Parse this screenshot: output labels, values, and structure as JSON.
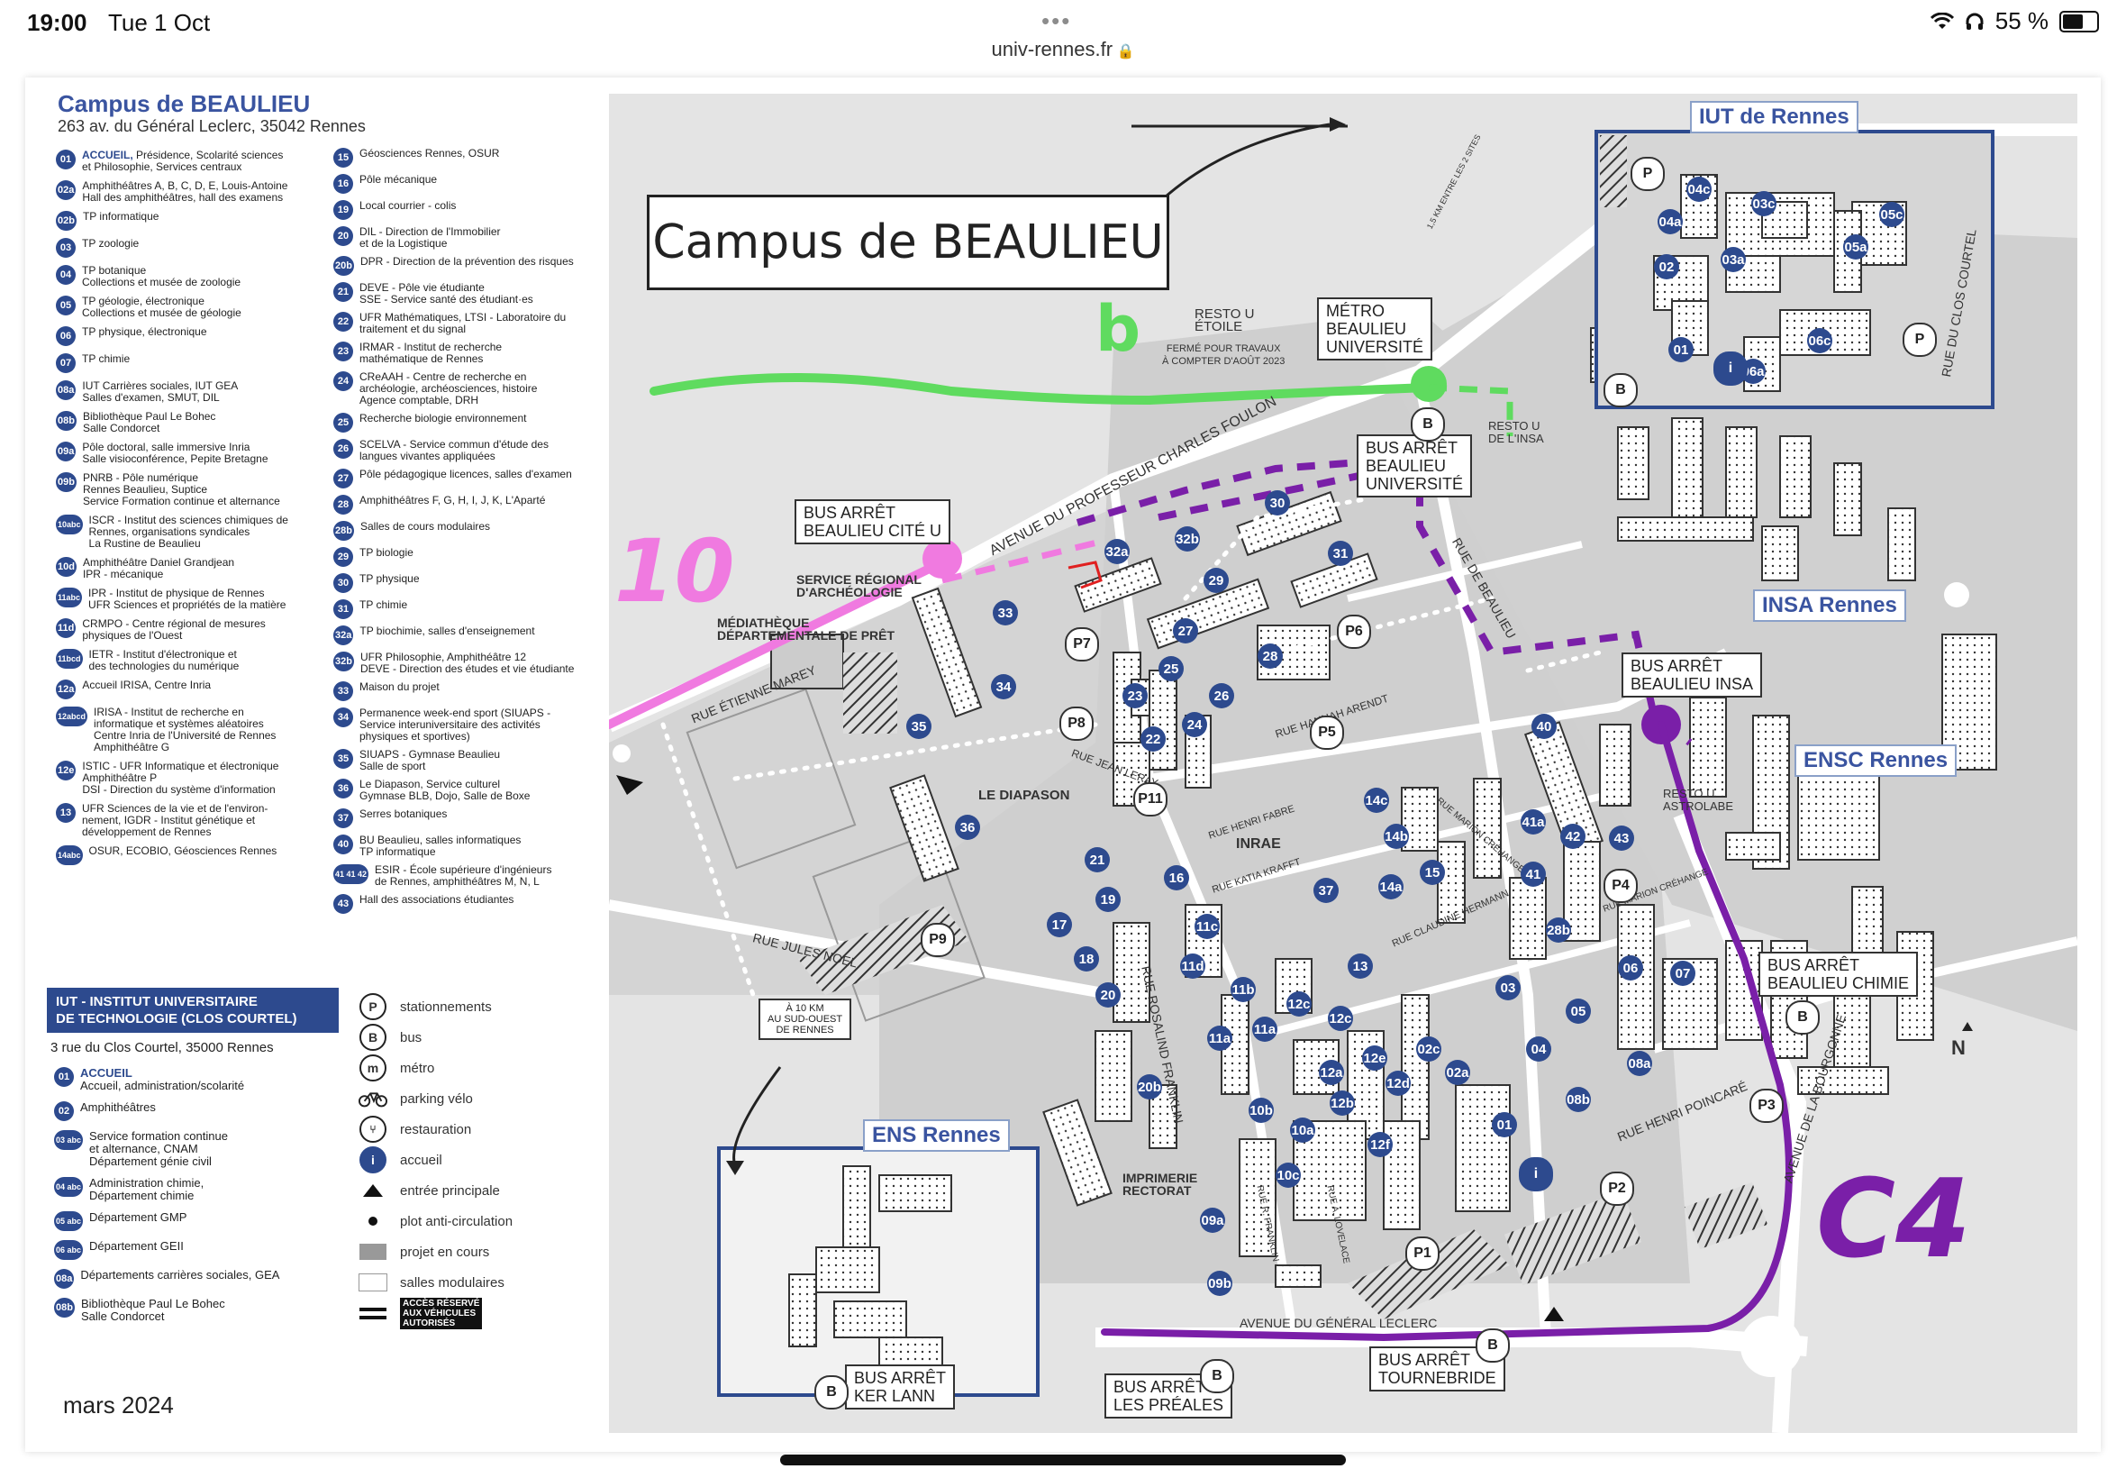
{
  "status": {
    "time": "19:00",
    "date": "Tue 1 Oct",
    "dots": "•••",
    "battery": "55 %"
  },
  "url": "univ-rennes.fr",
  "legend": {
    "title": "Campus de BEAULIEU",
    "address": "263 av. du Général Leclerc, 35042 Rennes",
    "col1": [
      {
        "n": "01",
        "t": "Présidence, Scolarité sciences\net Philosophie, Services centraux",
        "accent": "ACCUEIL, "
      },
      {
        "n": "02a",
        "t": "Amphithéâtres A, B, C, D, E, Louis-Antoine\nHall des amphithéâtres, hall des examens"
      },
      {
        "n": "02b",
        "t": "TP informatique"
      },
      {
        "n": "03",
        "t": "TP zoologie"
      },
      {
        "n": "04",
        "t": "TP botanique\nCollections et musée de zoologie"
      },
      {
        "n": "05",
        "t": "TP géologie, électronique\nCollections et musée de géologie"
      },
      {
        "n": "06",
        "t": "TP physique, électronique"
      },
      {
        "n": "07",
        "t": "TP chimie"
      },
      {
        "n": "08a",
        "t": "IUT Carrières sociales, IUT GEA\nSalles d'examen, SMUT, DIL"
      },
      {
        "n": "08b",
        "t": "Bibliothèque Paul Le Bohec\nSalle Condorcet"
      },
      {
        "n": "09a",
        "t": "Pôle doctoral, salle immersive Inria\nSalle visioconférence, Pepite Bretagne"
      },
      {
        "n": "09b",
        "t": "PNRB - Pôle numérique\nRennes Beaulieu, Suptice\nService Formation continue et alternance"
      },
      {
        "n": "10abc",
        "t": "ISCR - Institut des sciences chimiques de\nRennes, organisations syndicales\nLa Rustine de Beaulieu"
      },
      {
        "n": "10d",
        "t": "Amphithéâtre Daniel Grandjean\nIPR - mécanique"
      },
      {
        "n": "11abc",
        "t": "IPR - Institut de physique de Rennes\nUFR Sciences et propriétés de la matière"
      },
      {
        "n": "11d",
        "t": "CRMPO - Centre régional de mesures\nphysiques de l'Ouest"
      },
      {
        "n": "11bcd",
        "t": "IETR - Institut d'électronique et\ndes technologies du numérique"
      },
      {
        "n": "12a",
        "t": "Accueil IRISA, Centre Inria"
      },
      {
        "n": "12abcd",
        "t": "IRISA - Institut de recherche en\ninformatique et systèmes aléatoires\nCentre Inria de l'Université de Rennes\nAmphithéâtre G"
      },
      {
        "n": "12e",
        "t": "ISTIC - UFR Informatique et électronique\nAmphithéâtre P\nDSI - Direction du système d'information"
      },
      {
        "n": "13",
        "t": "UFR Sciences de la vie et de l'environ-\nnement, IGDR - Institut génétique et\ndéveloppement de Rennes"
      },
      {
        "n": "14abc",
        "t": "OSUR, ECOBIO, Géosciences Rennes"
      }
    ],
    "col2": [
      {
        "n": "15",
        "t": "Géosciences Rennes, OSUR"
      },
      {
        "n": "16",
        "t": "Pôle mécanique"
      },
      {
        "n": "19",
        "t": "Local courrier - colis"
      },
      {
        "n": "20",
        "t": "DIL - Direction de l'Immobilier\net de la Logistique"
      },
      {
        "n": "20b",
        "t": "DPR - Direction de la prévention des risques"
      },
      {
        "n": "21",
        "t": "DEVE - Pôle vie étudiante\nSSE - Service santé des étudiant·es"
      },
      {
        "n": "22",
        "t": "UFR Mathématiques, LTSI - Laboratoire du\ntraitement et du signal"
      },
      {
        "n": "23",
        "t": "IRMAR - Institut de recherche\nmathématique de Rennes"
      },
      {
        "n": "24",
        "t": "CReAAH - Centre de recherche en\narchéologie, archéosciences, histoire\nAgence comptable, DRH"
      },
      {
        "n": "25",
        "t": "Recherche biologie environnement"
      },
      {
        "n": "26",
        "t": "SCELVA - Service commun d'étude des\nlangues vivantes appliquées"
      },
      {
        "n": "27",
        "t": "Pôle pédagogique licences, salles d'examen"
      },
      {
        "n": "28",
        "t": "Amphithéâtres F, G, H, I, J, K, L'Aparté"
      },
      {
        "n": "28b",
        "t": "Salles de cours modulaires"
      },
      {
        "n": "29",
        "t": "TP biologie"
      },
      {
        "n": "30",
        "t": "TP physique"
      },
      {
        "n": "31",
        "t": "TP chimie"
      },
      {
        "n": "32a",
        "t": "TP biochimie, salles d'enseignement"
      },
      {
        "n": "32b",
        "t": "UFR Philosophie, Amphithéâtre 12\nDEVE - Direction des études et vie étudiante"
      },
      {
        "n": "33",
        "t": "Maison du projet"
      },
      {
        "n": "34",
        "t": "Permanence week-end sport (SIUAPS -\nService interuniversitaire des activités\nphysiques et sportives)"
      },
      {
        "n": "35",
        "t": "SIUAPS - Gymnase Beaulieu\nSalle de sport"
      },
      {
        "n": "36",
        "t": "Le Diapason, Service culturel\nGymnase BLB, Dojo, Salle de Boxe"
      },
      {
        "n": "37",
        "t": "Serres botaniques"
      },
      {
        "n": "40",
        "t": "BU Beaulieu, salles informatiques\nTP informatique"
      },
      {
        "n": "41 41 42",
        "t": "ESIR - École supérieure d'ingénieurs\nde Rennes, amphithéâtres M, N, L"
      },
      {
        "n": "43",
        "t": "Hall des associations étudiantes"
      }
    ],
    "iut_title": "IUT - INSTITUT UNIVERSITAIRE\nDE TECHNOLOGIE (CLOS COURTEL)",
    "iut_address": "3 rue du Clos Courtel, 35000 Rennes",
    "iut_items": [
      {
        "n": "01",
        "t": "Accueil, administration/scolarité",
        "accent": "ACCUEIL"
      },
      {
        "n": "02",
        "t": "Amphithéâtres"
      },
      {
        "n": "03 abc",
        "t": "Service formation continue\net alternance, CNAM\nDépartement génie civil"
      },
      {
        "n": "04 abc",
        "t": "Administration chimie,\nDépartement chimie"
      },
      {
        "n": "05 abc",
        "t": "Département GMP"
      },
      {
        "n": "06 abc",
        "t": "Département GEII"
      },
      {
        "n": "08a",
        "t": "Départements carrières sociales, GEA"
      },
      {
        "n": "08b",
        "t": "Bibliothèque Paul Le Bohec\nSalle Condorcet"
      }
    ],
    "symbols": [
      {
        "icon": "P",
        "t": "stationnements"
      },
      {
        "icon": "B",
        "t": "bus"
      },
      {
        "icon": "m",
        "t": "métro"
      },
      {
        "icon": "bike",
        "t": "parking vélo"
      },
      {
        "icon": "fork",
        "t": "restauration"
      },
      {
        "icon": "i",
        "t": "accueil"
      },
      {
        "icon": "triangle",
        "t": "entrée principale"
      },
      {
        "icon": "dot",
        "t": "plot anti-circulation"
      },
      {
        "icon": "grey-box",
        "t": "projet en cours"
      },
      {
        "icon": "white-box",
        "t": "salles modulaires"
      },
      {
        "icon": "bars",
        "t": "ACCÈS RÉSERVÉ\nAUX VÉHICULES\nAUTORISÉS"
      }
    ],
    "date": "mars 2024"
  },
  "map": {
    "title": "Campus de BEAULIEU",
    "institutions": [
      "IUT de Rennes",
      "INSA Rennes",
      "ENSC Rennes",
      "ENS Rennes"
    ],
    "bus_stops": [
      "BUS ARRÊT\nBEAULIEU CITÉ U",
      "BUS ARRÊT\nBEAULIEU\nUNIVERSITÉ",
      "BUS ARRÊT\nBEAULIEU INSA",
      "BUS ARRÊT\nBEAULIEU CHIMIE",
      "BUS ARRÊT\nTOURNEBRIDE",
      "BUS ARRÊT\nLES PRÉALES",
      "BUS ARRÊT\nKER LANN"
    ],
    "metro": "MÉTRO\nBEAULIEU\nUNIVERSITÉ",
    "resto_etoile": "RESTO U\nÉTOILE",
    "resto_etoile_note": "FERMÉ POUR TRAVAUX\nÀ COMPTER D'AOÛT 2023",
    "resto_insa": "RESTO U\nDE L'INSA",
    "resto_astrolabe": "RESTO U\nASTROLABE",
    "distance_note": "1,5 KM ENTRE LES 2 SITES",
    "ens_note": "À 10 KM\nAU SUD-OUEST\nDE RENNES",
    "places": [
      "SERVICE RÉGIONAL\nD'ARCHÉOLOGIE",
      "MÉDIATHÈQUE\nDÉPARTEMENTALE DE PRÊT",
      "LE DIAPASON",
      "INRAE",
      "IMPRIMERIE\nRECTORAT"
    ],
    "streets": [
      "AVENUE DU PROFESSEUR CHARLES FOULON",
      "RUE ÉTIENNE MAREY",
      "RUE JULES NOEL",
      "AVENUE DU GÉNÉRAL LECLERC",
      "RUE DE BEAULIEU",
      "RUE HANNAH ARENDT",
      "RUE JEAN LERAY",
      "RUE HENRI FABRE",
      "RUE KATIA KRAFFT",
      "RUE CLAUDINE HERMANN",
      "RUE MARION CRÉHANGE",
      "RUE HENRI POINCARÉ",
      "RUE DU CLOS COURTEL",
      "AVENUE DE LA BOURGONNE",
      "RUE ROSALIND FRANKLIN",
      "RUE R. FRANKLIN",
      "RUE A. LOVELACE",
      "RUE MARION CRÉHANGE"
    ],
    "north": "N",
    "handwriting": [
      "b",
      "10",
      "C4"
    ],
    "colors": {
      "green": "#5fdb5f",
      "pink": "#f07ae0",
      "purple": "#7a1fa8",
      "navy": "#2d4a8e"
    }
  }
}
